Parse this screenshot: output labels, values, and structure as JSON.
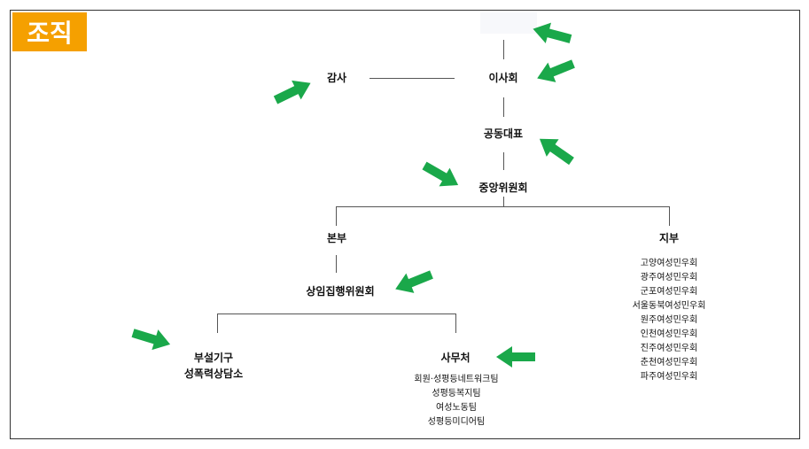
{
  "title": "조직",
  "nodes": {
    "audit": "감사",
    "board": "이사회",
    "co_rep": "공동대표",
    "central_committee": "중앙위원회",
    "headquarters": "본부",
    "branches": "지부",
    "standing_committee": "상임집행위원회",
    "affiliate_line1": "부설기구",
    "affiliate_line2": "성폭력상담소",
    "secretariat": "사무처"
  },
  "secretariat_teams": [
    "회원·성평등네트워크팀",
    "성평등복지팀",
    "여성노동팀",
    "성평등미디어팀"
  ],
  "branch_list": [
    "고양여성민우회",
    "광주여성민우회",
    "군포여성민우회",
    "서울동북여성민우회",
    "원주여성민우회",
    "인천여성민우회",
    "진주여성민우회",
    "춘천여성민우회",
    "파주여성민우회"
  ],
  "colors": {
    "badge": "#f5a000",
    "arrow": "#1aa84a",
    "line": "#555555"
  },
  "arrow_icons": [
    "arrow-to-top-box",
    "arrow-to-board",
    "arrow-to-audit",
    "arrow-to-co-rep",
    "arrow-to-central-committee",
    "arrow-to-standing-committee",
    "arrow-to-affiliate",
    "arrow-to-secretariat"
  ]
}
